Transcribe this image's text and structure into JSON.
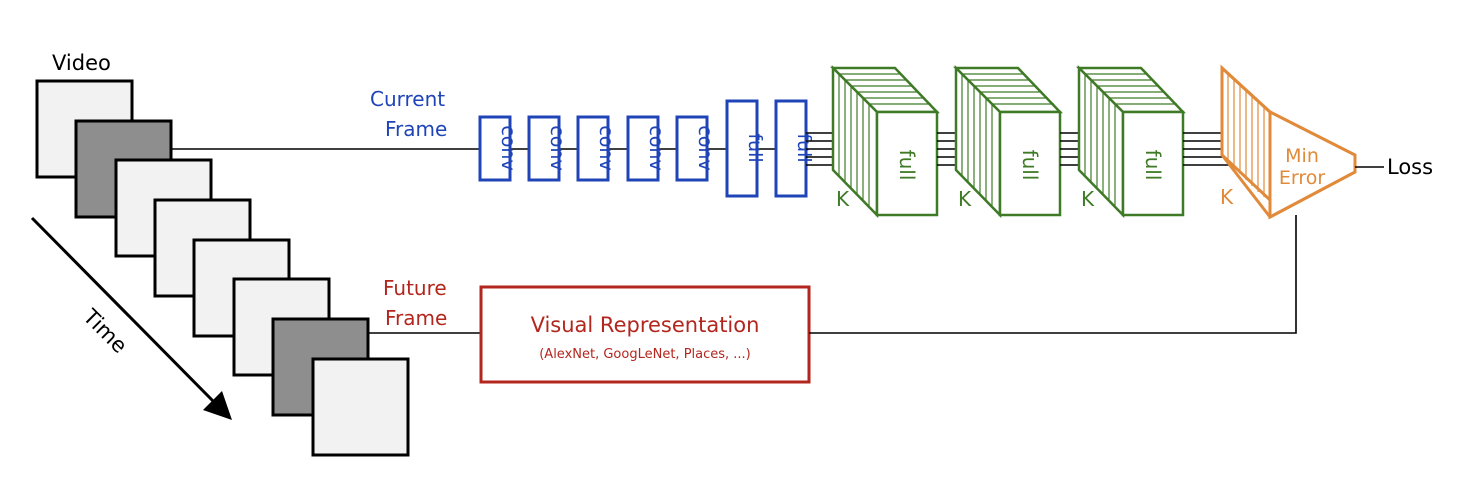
{
  "labels": {
    "video": "Video",
    "time": "Time",
    "current_frame": [
      "Current",
      "Frame"
    ],
    "future_frame": [
      "Future",
      "Frame"
    ],
    "loss": "Loss"
  },
  "layers": [
    "conv",
    "conv",
    "conv",
    "conv",
    "conv",
    "full",
    "full"
  ],
  "branches": [
    {
      "label": "full",
      "k": "K"
    },
    {
      "label": "full",
      "k": "K"
    },
    {
      "label": "full",
      "k": "K"
    }
  ],
  "min_error": {
    "lines": [
      "Min",
      "Error"
    ],
    "k": "K"
  },
  "representation": {
    "title": "Visual Representation",
    "subtitle": "(AlexNet, GoogLeNet, Places, ...)"
  },
  "colors": {
    "blue": "#1f44b8",
    "green": "#3f7a27",
    "orange": "#e08a3a",
    "red": "#b3261e",
    "frame_light": "#f2f2f2",
    "frame_dark": "#8e8e8e"
  }
}
